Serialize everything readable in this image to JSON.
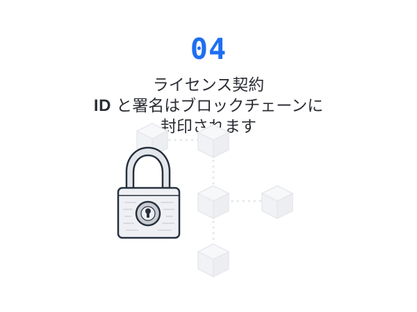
{
  "step": {
    "number": "04"
  },
  "headline": {
    "line1": "ライセンス契約",
    "line2_id": "ID",
    "line2_rest": " と署名はブロックチェーンに",
    "line3": "封印されます"
  },
  "icons": {
    "lock": "padlock-icon",
    "blocks": "blockchain-cube-icon"
  },
  "colors": {
    "accent": "#1f6ff2",
    "text": "#2a2d33",
    "outline": "#26303d",
    "lock_body": "#eef0f4",
    "keyhole_ring": "#c9ccd3",
    "cube_fill": "#f2f3f6",
    "cube_stroke": "#e4e6ea"
  }
}
